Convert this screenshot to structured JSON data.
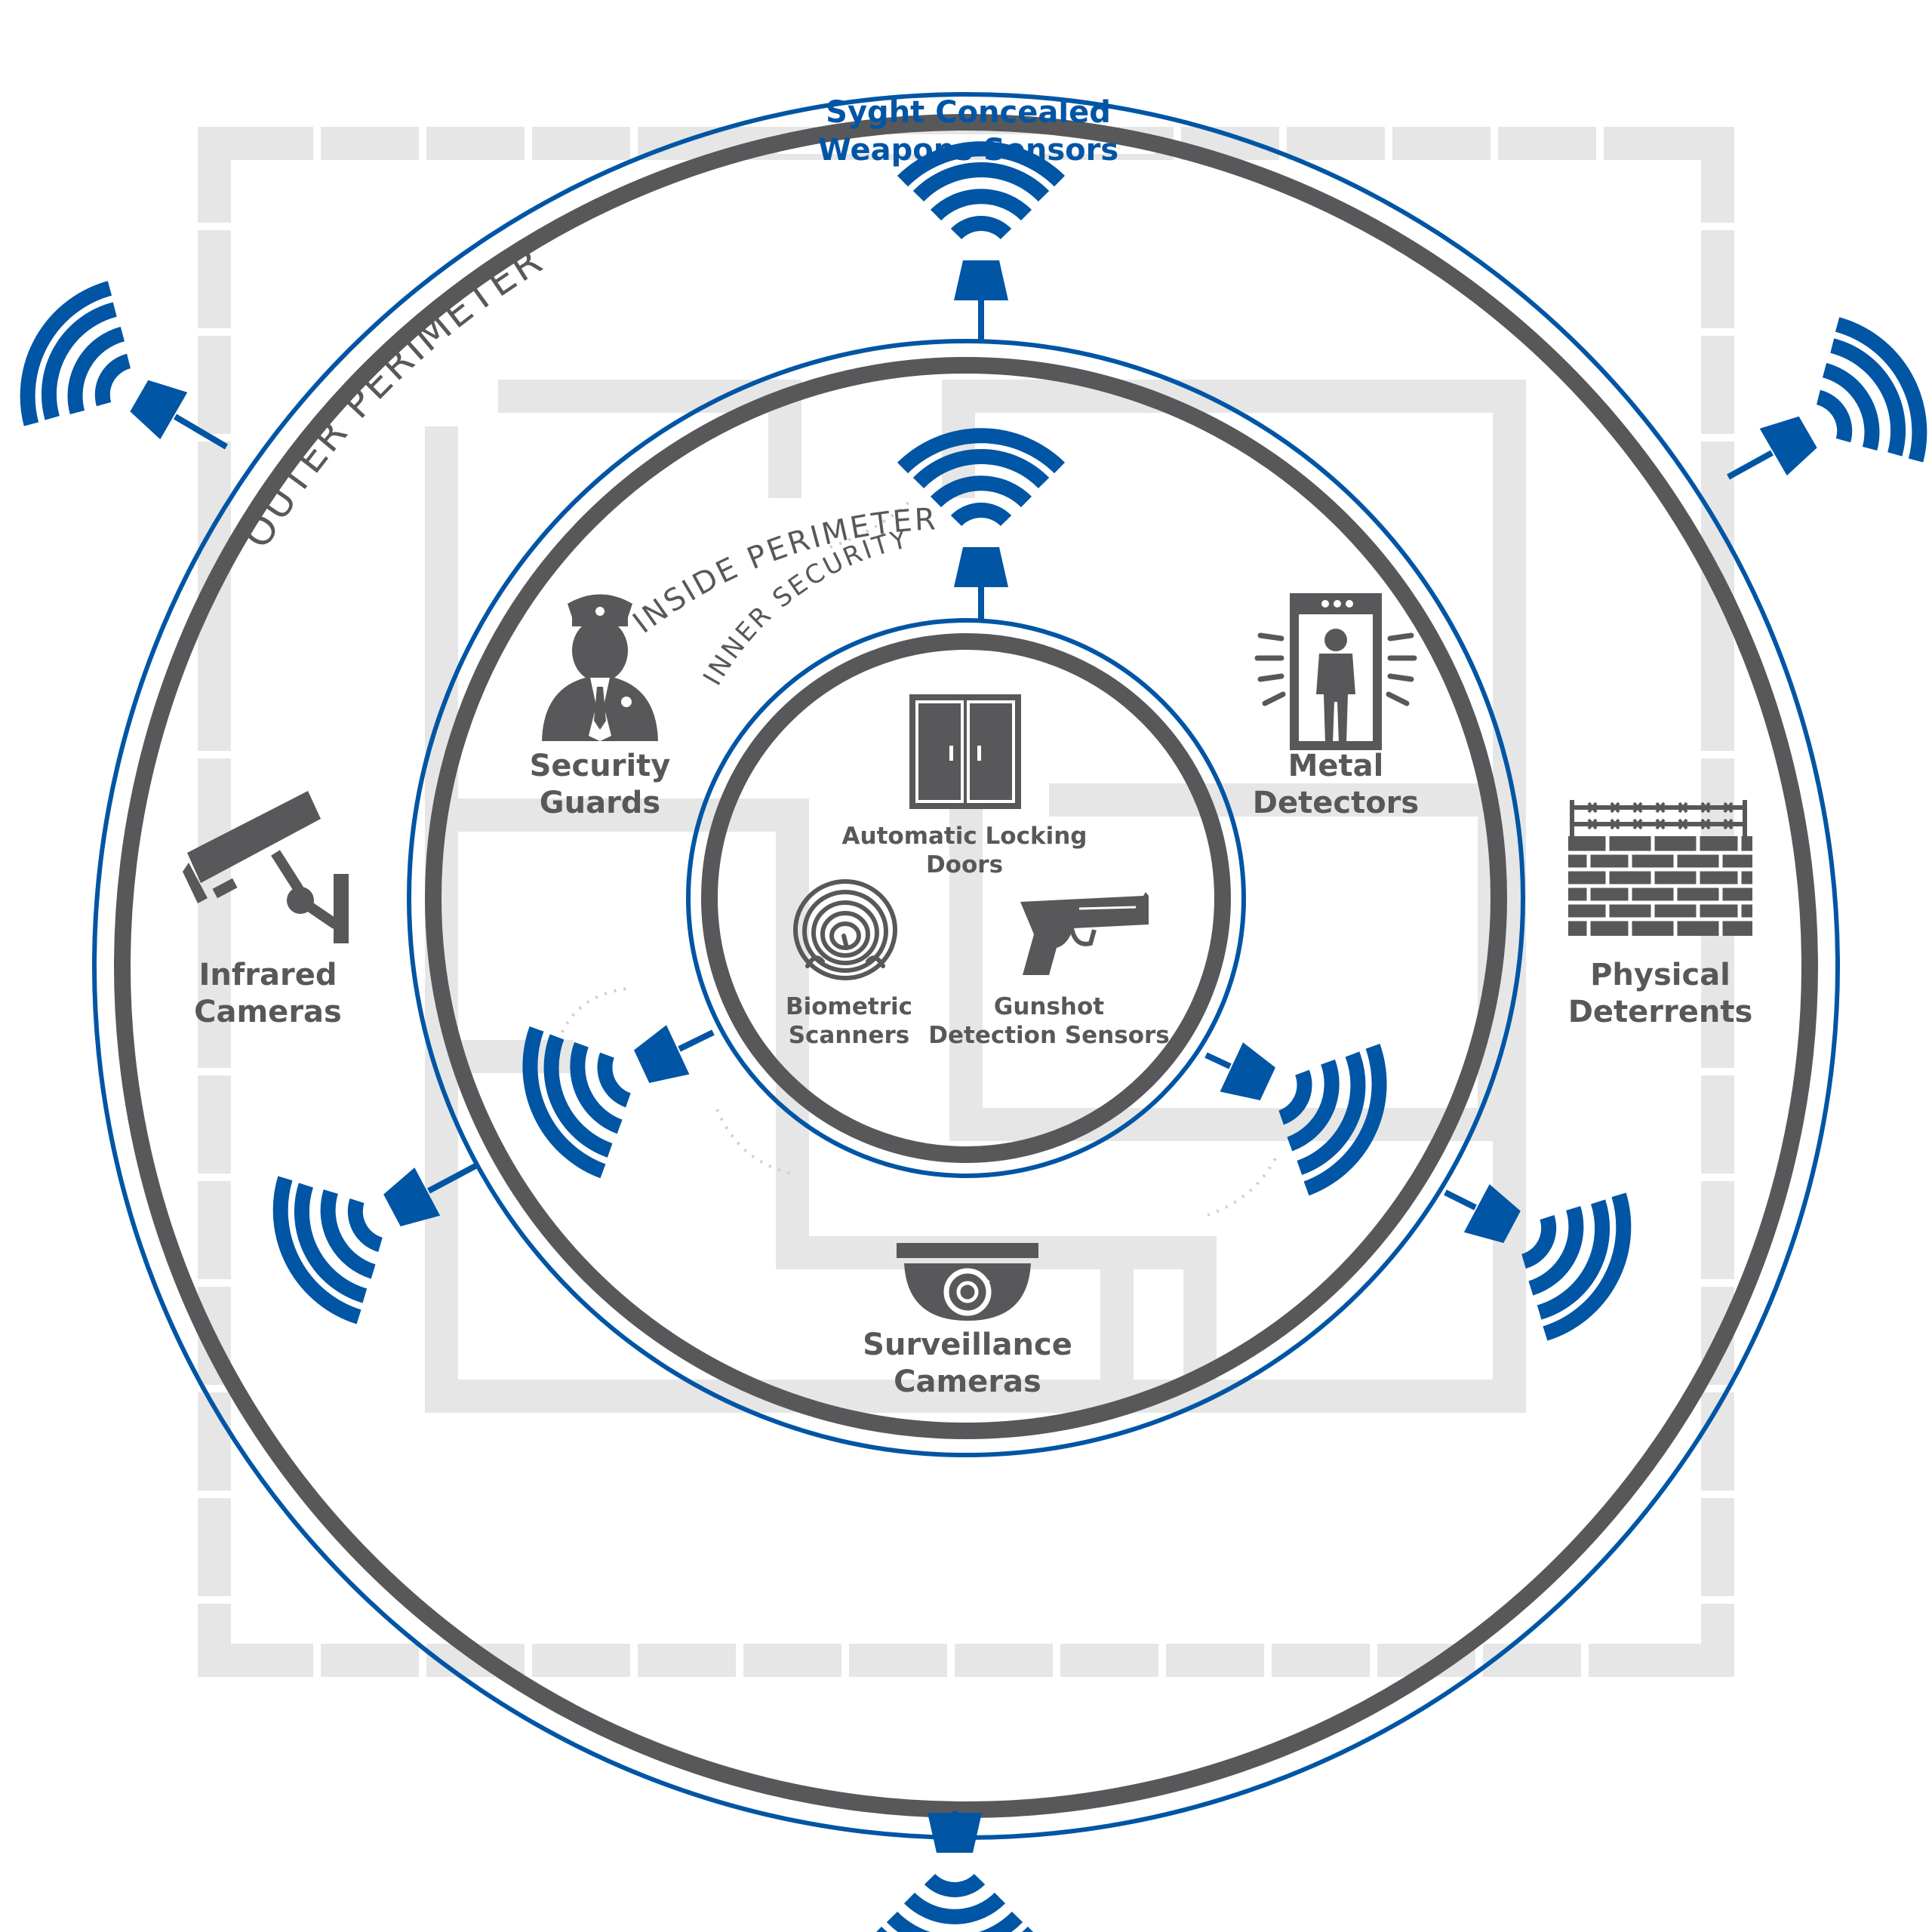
{
  "colors": {
    "blue": "#0055a5",
    "gray": "#58585a",
    "floorplan": "#e6e6e6",
    "white": "#ffffff"
  },
  "rings": {
    "outer": "OUTER PERIMETER",
    "inside": "INSIDE PERIMETER",
    "inner": "INNER SECURITY"
  },
  "labels": {
    "syght_1": "Syght Concealed",
    "syght_2": "Weapons Sensors",
    "guards_1": "Security",
    "guards_2": "Guards",
    "metal_1": "Metal",
    "metal_2": "Detectors",
    "infrared_1": "Infrared",
    "infrared_2": "Cameras",
    "deterrents_1": "Physical",
    "deterrents_2": "Deterrents",
    "locking_1": "Automatic Locking",
    "locking_2": "Doors",
    "biometric_1": "Biometric",
    "biometric_2": "Scanners",
    "gunshot_1": "Gunshot",
    "gunshot_2": "Detection Sensors",
    "surveillance_1": "Surveillance",
    "surveillance_2": "Cameras"
  },
  "icons": [
    "security-guard-icon",
    "metal-detector-icon",
    "infrared-camera-icon",
    "brick-wall-icon",
    "locking-doors-icon",
    "fingerprint-icon",
    "handgun-icon",
    "dome-camera-icon",
    "wireless-sensor-icon"
  ]
}
